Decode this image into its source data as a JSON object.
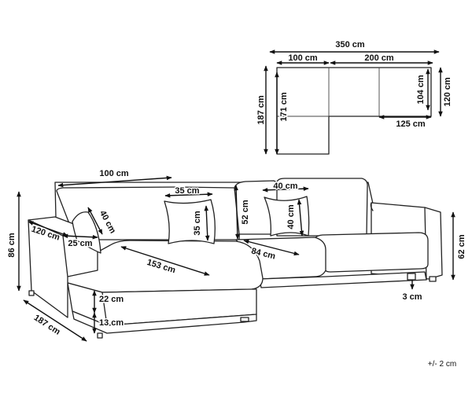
{
  "plan_view": {
    "total_width": "350 cm",
    "left_width": "100 cm",
    "right_width": "200 cm",
    "total_depth": "187 cm",
    "chaise_depth": "171 cm",
    "back_depth": "104 cm",
    "seat_depth": "120 cm",
    "arm_width": "125 cm"
  },
  "sofa_view": {
    "chaise_width": "100 cm",
    "cushion_width": "35 cm",
    "cushion_height": "35 cm",
    "back_pillow_width": "40 cm",
    "back_pillow_height": "40 cm",
    "side_pillow_height": "40 cm",
    "backrest_height": "52 cm",
    "armrest_width": "120 cm",
    "armrest_depth": "25 cm",
    "chaise_length": "153 cm",
    "seat_width": "84 cm",
    "total_height": "86 cm",
    "seat_height": "62 cm",
    "seat_thickness": "22 cm",
    "base_height": "13 cm",
    "total_depth": "187 cm",
    "leg_height": "3 cm"
  },
  "tolerance": "+/- 2 cm"
}
